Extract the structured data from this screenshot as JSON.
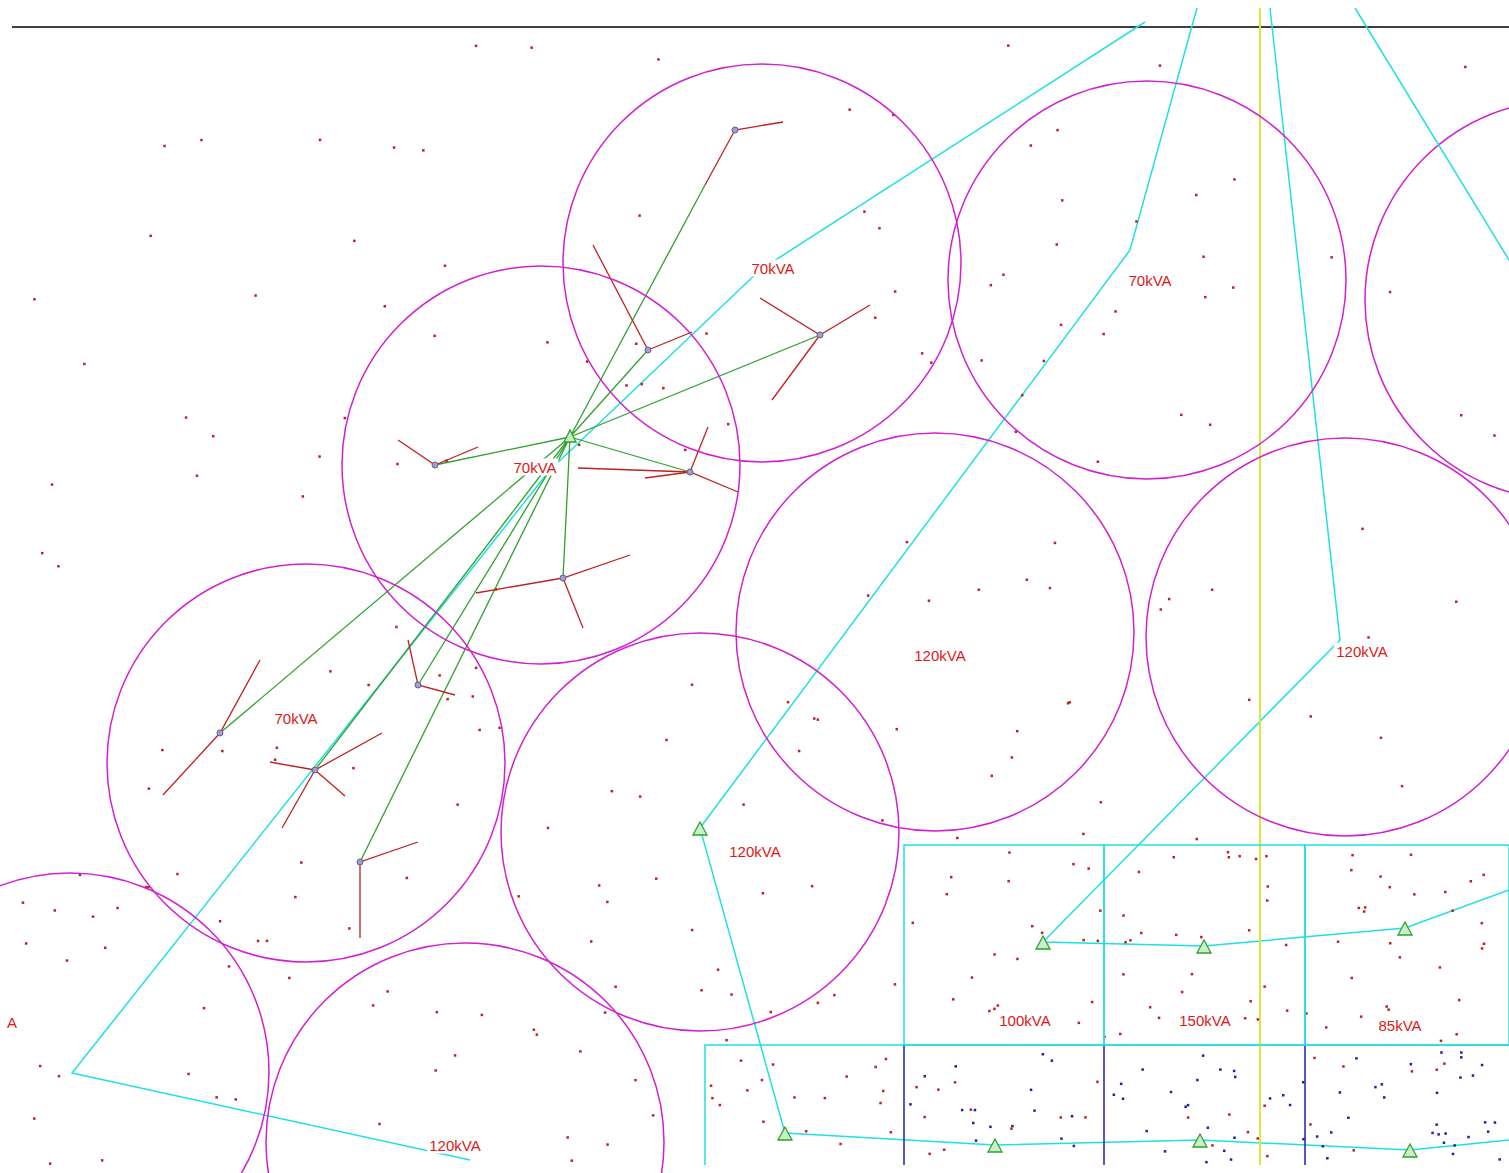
{
  "diagram": {
    "nodes": [
      {
        "text": [
          "70kVA"
        ]
      },
      {
        "text": [
          "70kVA"
        ]
      },
      {
        "text": [
          "70kVA"
        ]
      },
      {
        "text": [
          "120kVA"
        ]
      },
      {
        "text": [
          "120kVA"
        ]
      },
      {
        "text": [
          "70kVA"
        ]
      },
      {
        "text": [
          "120kVA"
        ]
      },
      {
        "text": [
          "100kVA"
        ]
      },
      {
        "text": [
          "150kVA"
        ]
      },
      {
        "text": [
          "85kVA"
        ]
      },
      {
        "text": [
          "A"
        ]
      },
      {
        "text": [
          "120kVA"
        ]
      }
    ]
  }
}
